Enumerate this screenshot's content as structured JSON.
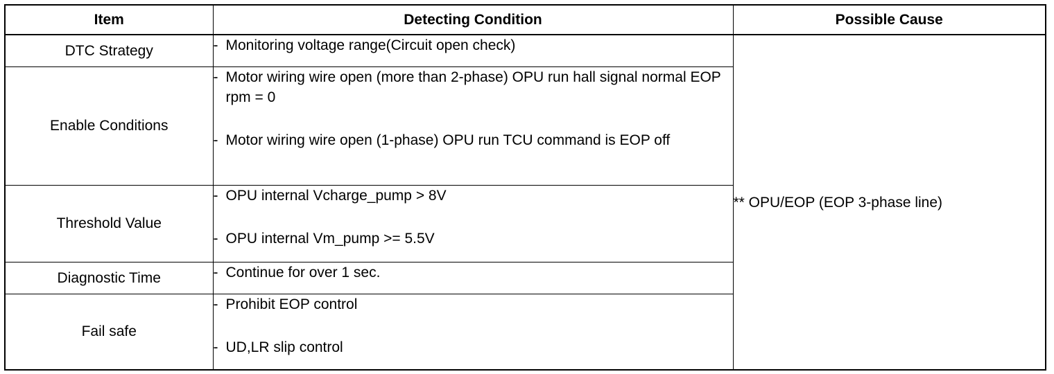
{
  "headers": {
    "item": "Item",
    "condition": "Detecting Condition",
    "cause": "Possible Cause"
  },
  "rows": [
    {
      "item": "DTC Strategy",
      "conditions": [
        "Monitoring voltage range(Circuit open check)"
      ]
    },
    {
      "item": "Enable Conditions",
      "conditions": [
        "Motor wiring wire open (more than 2-phase) OPU run hall signal normal EOP rpm = 0",
        "Motor wiring wire open (1-phase) OPU run TCU command is EOP off"
      ]
    },
    {
      "item": "Threshold Value",
      "conditions": [
        "OPU internal Vcharge_pump > 8V",
        "OPU internal Vm_pump >= 5.5V"
      ]
    },
    {
      "item": "Diagnostic Time",
      "conditions": [
        "Continue for over 1 sec."
      ]
    },
    {
      "item": "Fail safe",
      "conditions": [
        "Prohibit EOP control",
        "UD,LR slip control"
      ]
    }
  ],
  "bullet_mark": "-",
  "possible_cause": "** OPU/EOP (EOP 3-phase line)"
}
